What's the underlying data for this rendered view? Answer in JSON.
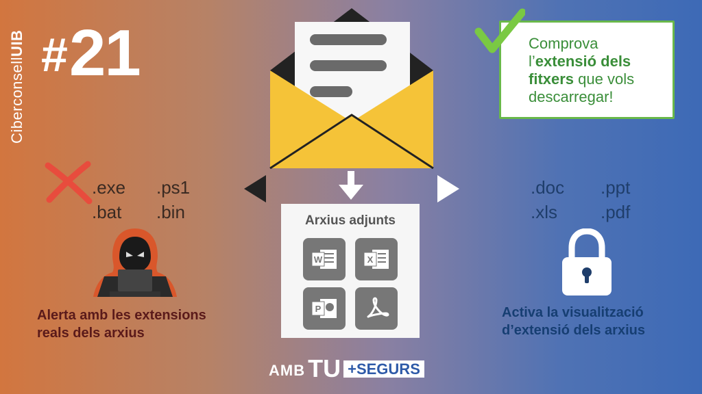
{
  "brand": {
    "prefix": "Ciberconsell",
    "suffix": "UIB"
  },
  "number": {
    "hash": "#",
    "value": "21"
  },
  "tip": {
    "line1": "Comprova",
    "line2_pre": "l’",
    "line2_bold": "extensió dels",
    "line3_bold": "fitxers",
    "line3_rest": " que vols",
    "line4": "descarregar!"
  },
  "left_extensions": [
    ".exe",
    ".ps1",
    ".bat",
    ".bin"
  ],
  "right_extensions": [
    ".doc",
    ".ppt",
    ".xls",
    ".pdf"
  ],
  "left_caption": {
    "line1": "Alerta amb les extensions",
    "line2": "reals dels arxius"
  },
  "right_caption": {
    "line1": "Activa la visualització",
    "line2": "d’extensió dels arxius"
  },
  "attachments": {
    "title": "Arxius adjunts",
    "icons": [
      "word-icon",
      "excel-icon",
      "powerpoint-icon",
      "pdf-icon"
    ]
  },
  "footer": {
    "amb": "AMB",
    "tu": "TU",
    "segurs": "+SEGURS"
  },
  "colors": {
    "check": "#7ac943",
    "cross": "#e84c3d",
    "envelope": "#f5c338",
    "tip_border": "#69b84a"
  }
}
